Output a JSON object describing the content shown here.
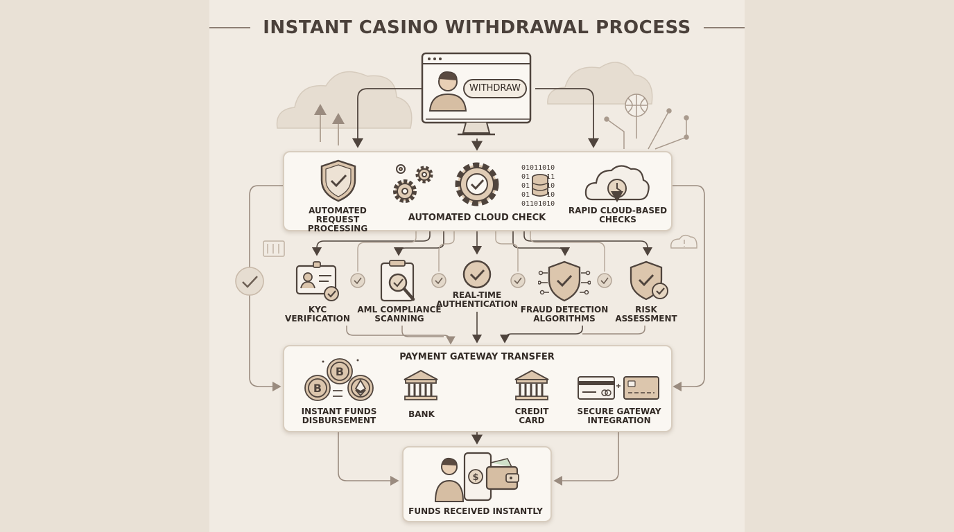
{
  "title": "INSTANT CASINO WITHDRAWAL PROCESS",
  "user_screen": {
    "button_label": "WITHDRAW"
  },
  "cloud_stage": {
    "title": "AUTOMATED CLOUD CHECK",
    "left_label": "AUTOMATED REQUEST\nPROCESSING",
    "right_label": "RAPID CLOUD-BASED\nCHECKS",
    "binary_lines": [
      "01011010",
      "01    11",
      "01    10",
      "01    10",
      "01101010"
    ]
  },
  "verification": [
    {
      "label": "KYC\nVERIFICATION",
      "icon": "id-card-icon"
    },
    {
      "label": "AML COMPLIANCE\nSCANNING",
      "icon": "clipboard-magnifier-icon"
    },
    {
      "label": "REAL-TIME\nAUTHENTICATION",
      "icon": "check-circle-icon"
    },
    {
      "label": "FRAUD DETECTION\nALGORITHMS",
      "icon": "shield-network-icon"
    },
    {
      "label": "RISK\nASSESSMENT",
      "icon": "shield-check-icon"
    }
  ],
  "payment_stage": {
    "title": "PAYMENT GATEWAY TRANSFER",
    "items": [
      {
        "label": "INSTANT FUNDS\nDISBURSEMENT",
        "icon": "crypto-coins-icon"
      },
      {
        "label": "BANK",
        "icon": "bank-icon"
      },
      {
        "label": "CREDIT\nCARD",
        "icon": "bank-icon"
      },
      {
        "label": "SECURE GATEWAY\nINTEGRATION",
        "icon": "cards-icon"
      }
    ]
  },
  "final": {
    "label": "FUNDS RECEIVED INSTANTLY",
    "icons": [
      "user-icon",
      "phone-dollar-icon",
      "wallet-icon"
    ]
  },
  "colors": {
    "background": "#ece5db",
    "panel": "#f1ebe3",
    "box": "#faf7f2",
    "stroke": "#4f443d",
    "accent": "#c9b49c"
  }
}
